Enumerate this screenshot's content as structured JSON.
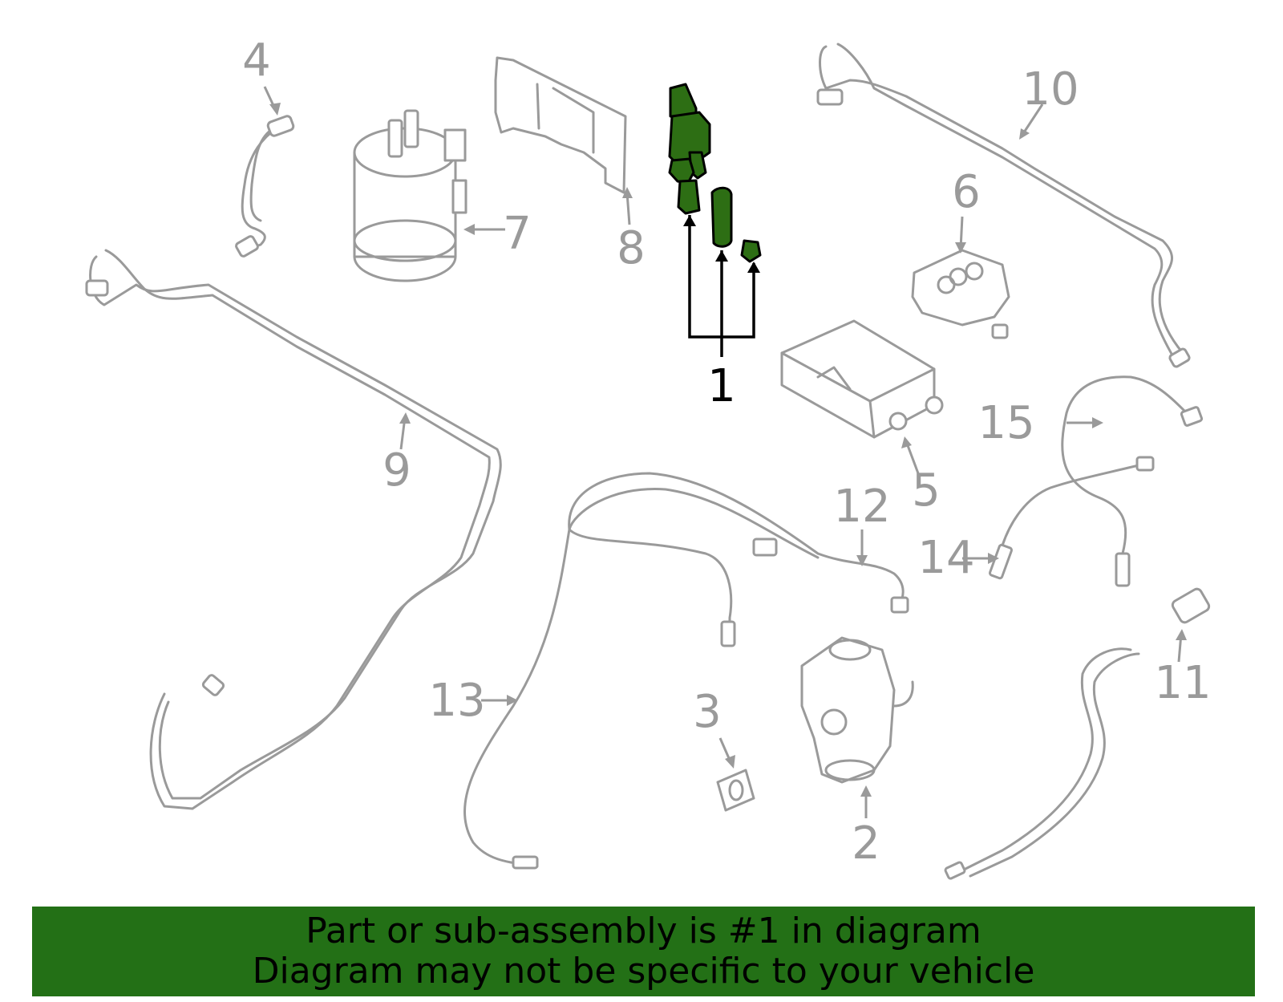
{
  "callouts": {
    "c1": "1",
    "c2": "2",
    "c3": "3",
    "c4": "4",
    "c5": "5",
    "c6": "6",
    "c7": "7",
    "c8": "8",
    "c9": "9",
    "c10": "10",
    "c11": "11",
    "c12": "12",
    "c13": "13",
    "c14": "14",
    "c15": "15"
  },
  "highlighted_part": "1",
  "colors": {
    "highlight": "#2d6e14",
    "banner": "#237016",
    "part_outline": "#9a9a9a"
  },
  "banner": {
    "line1": "Part or sub-assembly is #1 in diagram",
    "line2": "Diagram may not be specific to your vehicle"
  }
}
